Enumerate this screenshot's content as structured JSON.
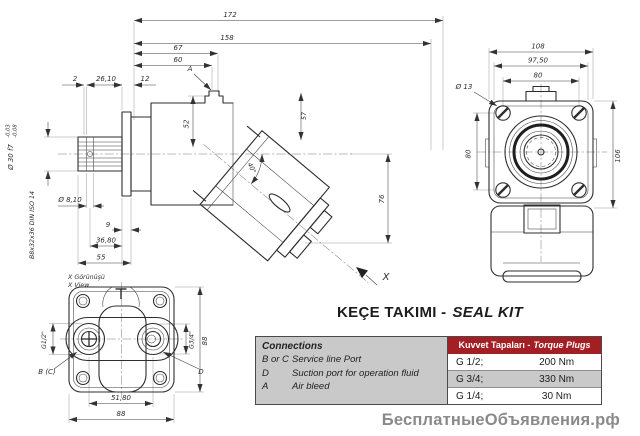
{
  "title": {
    "prefix": "KEÇE TAKIMI -",
    "suffix": "SEAL KIT"
  },
  "watermark": "БесплатныеОбъявления.рф",
  "colors": {
    "header_red": "#a31f24",
    "cell_gray": "#c9c9c9",
    "watermark_gray": "#8a8a8a"
  },
  "side_view": {
    "labels": {
      "d172": "172",
      "d158": "158",
      "d67": "67",
      "d60": "60",
      "port_a": "A",
      "d2": "2",
      "d26_10": "26,10",
      "d12": "12",
      "d52": "52",
      "d57": "57",
      "angle_40": "40°",
      "d76": "76",
      "dia_8_10": "Ø 8,10",
      "d9": "9",
      "d36_80": "36,80",
      "d55": "55",
      "dia_30": "Ø 30 f7",
      "tol_upper": "-0,03",
      "tol_lower": "-0,08",
      "spline_spec": "B8x32x36 DIN ISO 14",
      "x_direction": "X"
    }
  },
  "front_view": {
    "labels": {
      "d108": "108",
      "d97_50": "97,50",
      "d80_top": "80",
      "dia_13": "Ø 13",
      "d80_left": "80",
      "d106": "106"
    }
  },
  "x_view": {
    "labels": {
      "view_title_tr": "X Görünüşü",
      "view_title_en": "X View",
      "g12": "G1/2\"",
      "g34": "G3/4\"",
      "port_bc": "B (C)",
      "port_d": "D",
      "d51_80": "51,80",
      "d88_bottom": "88",
      "d88_right": "88"
    }
  },
  "table": {
    "connections": {
      "title": "Connections",
      "rows": [
        {
          "key": "B or C",
          "desc": "Service line Port"
        },
        {
          "key": "D",
          "desc": "Suction port for operation fluid"
        },
        {
          "key": "A",
          "desc": "Air bleed"
        }
      ]
    },
    "torque": {
      "header_prefix": "Kuvvet Tapaları -",
      "header_suffix": "Torque Plugs",
      "rows": [
        {
          "size": "G 1/2;",
          "value": "200 Nm"
        },
        {
          "size": "G 3/4;",
          "value": "330 Nm"
        },
        {
          "size": "G 1/4;",
          "value": "30 Nm"
        }
      ]
    }
  }
}
